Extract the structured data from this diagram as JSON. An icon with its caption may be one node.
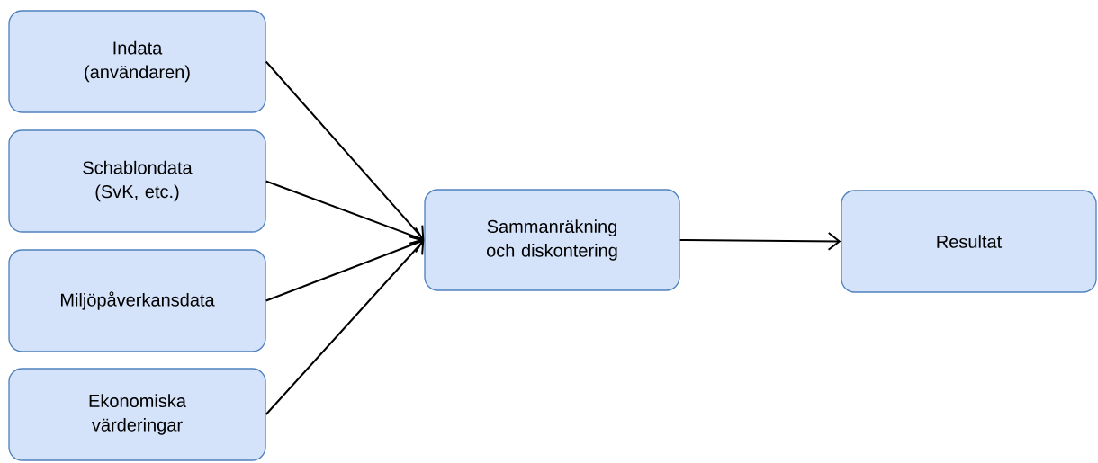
{
  "diagram": {
    "nodes": [
      {
        "text": [
          "Indata (användaren)"
        ]
      },
      {
        "text": [
          "Schablondata (SvK, etc.)"
        ]
      },
      {
        "text": [
          "Miljöpåverkansdata"
        ]
      },
      {
        "text": [
          "Ekonomiska värderingar"
        ]
      },
      {
        "text": [
          "Sammanräkning och diskontering"
        ]
      },
      {
        "text": [
          "Resultat"
        ]
      }
    ],
    "edges": [
      {
        "from": 0,
        "to": 4,
        "arrow": "to"
      },
      {
        "from": 1,
        "to": 4,
        "arrow": "to"
      },
      {
        "from": 2,
        "to": 4,
        "arrow": "to"
      },
      {
        "from": 3,
        "to": 4,
        "arrow": "to"
      },
      {
        "from": 4,
        "to": 5,
        "arrow": "to"
      }
    ]
  }
}
